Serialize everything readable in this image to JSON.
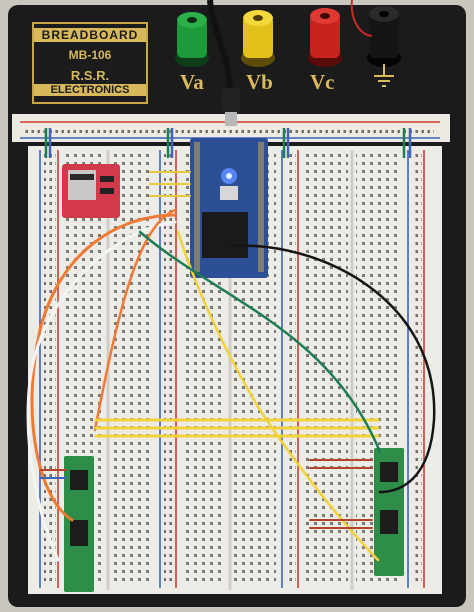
{
  "board_label": {
    "line1": "BREADBOARD",
    "line2": "MB-106",
    "line3": "R.S.R.",
    "line4": "ELECTRONICS"
  },
  "posts": [
    {
      "label": "Va",
      "color": "#1f9a3a"
    },
    {
      "label": "Vb",
      "color": "#e2c21a"
    },
    {
      "label": "Vc",
      "color": "#c9231d"
    },
    {
      "label": "",
      "color": "#151515"
    }
  ],
  "colors": {
    "board_frame": "#1b1b1b",
    "breadboard": "#ecebe6",
    "rail_red": "#d33b34",
    "rail_blue": "#3c64b8",
    "mcu_pcb": "#2c4f95",
    "sd_module": "#d23a4c",
    "module_pcb": "#2f8d4a",
    "wire_orange": "#f07a34",
    "wire_white": "#f4f4f4",
    "wire_yellow": "#f1d23a",
    "wire_green": "#1f7d53",
    "wire_black": "#151515"
  }
}
